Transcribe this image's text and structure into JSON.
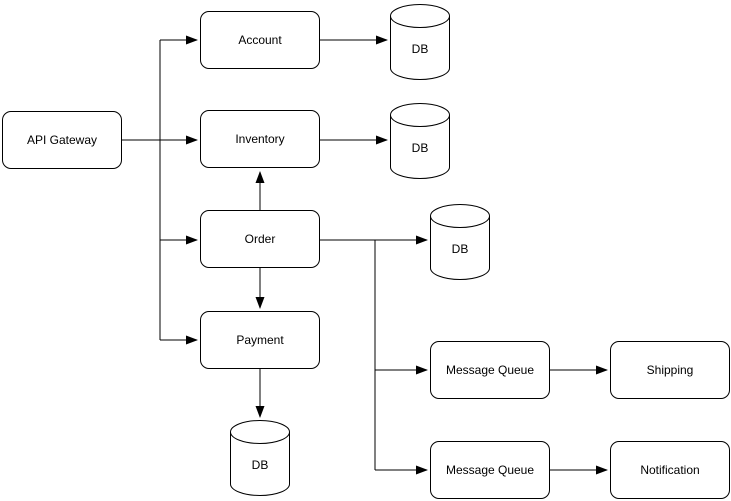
{
  "diagram": {
    "type": "flowchart",
    "colors": {
      "stroke": "#000000",
      "node_fill": "#ffffff",
      "background": "#ffffff"
    },
    "nodes": {
      "api_gateway": {
        "label": "API Gateway",
        "shape": "rounded-rect"
      },
      "account": {
        "label": "Account",
        "shape": "rounded-rect"
      },
      "inventory": {
        "label": "Inventory",
        "shape": "rounded-rect"
      },
      "order": {
        "label": "Order",
        "shape": "rounded-rect"
      },
      "payment": {
        "label": "Payment",
        "shape": "rounded-rect"
      },
      "mq_shipping": {
        "label": "Message Queue",
        "shape": "rounded-rect"
      },
      "mq_notification": {
        "label": "Message Queue",
        "shape": "rounded-rect"
      },
      "shipping": {
        "label": "Shipping",
        "shape": "rounded-rect"
      },
      "notification": {
        "label": "Notification",
        "shape": "rounded-rect"
      },
      "db_account": {
        "label": "DB",
        "shape": "cylinder"
      },
      "db_inventory": {
        "label": "DB",
        "shape": "cylinder"
      },
      "db_order": {
        "label": "DB",
        "shape": "cylinder"
      },
      "db_payment": {
        "label": "DB",
        "shape": "cylinder"
      }
    },
    "edges": [
      {
        "from": "api_gateway",
        "to": "account"
      },
      {
        "from": "api_gateway",
        "to": "inventory"
      },
      {
        "from": "api_gateway",
        "to": "order"
      },
      {
        "from": "api_gateway",
        "to": "payment"
      },
      {
        "from": "account",
        "to": "db_account"
      },
      {
        "from": "inventory",
        "to": "db_inventory"
      },
      {
        "from": "order",
        "to": "db_order"
      },
      {
        "from": "order",
        "to": "inventory"
      },
      {
        "from": "order",
        "to": "payment"
      },
      {
        "from": "order",
        "to": "mq_shipping"
      },
      {
        "from": "order",
        "to": "mq_notification"
      },
      {
        "from": "payment",
        "to": "db_payment"
      },
      {
        "from": "mq_shipping",
        "to": "shipping"
      },
      {
        "from": "mq_notification",
        "to": "notification"
      }
    ]
  }
}
